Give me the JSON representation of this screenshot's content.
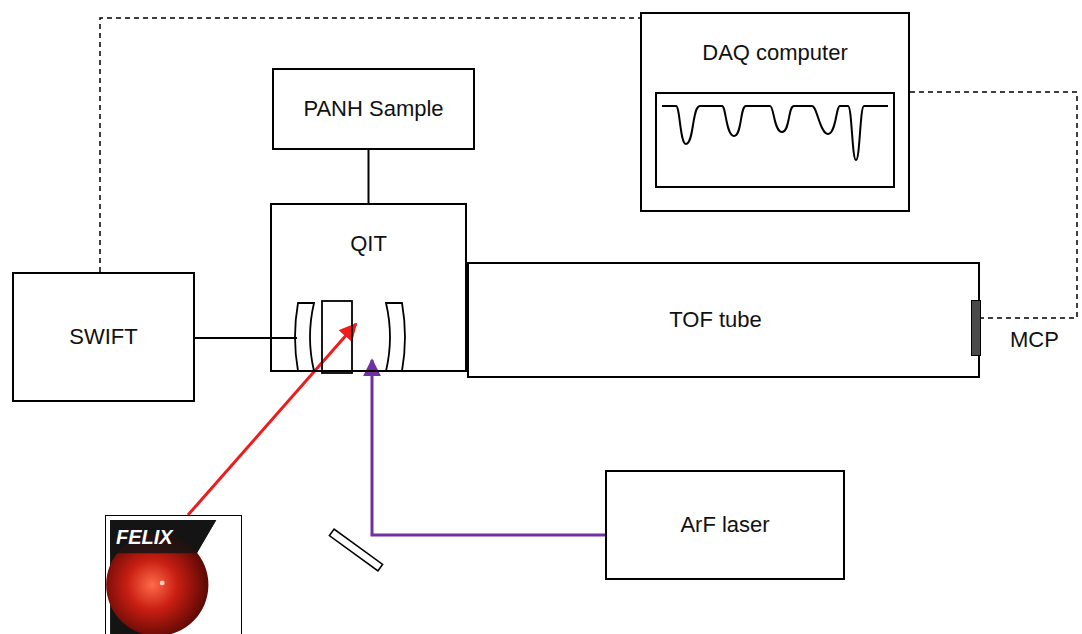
{
  "diagram": {
    "nodes": [
      {
        "text": [
          "DAQ computer"
        ]
      },
      {
        "text": [
          "PANH Sample"
        ]
      },
      {
        "text": [
          "QIT"
        ]
      },
      {
        "text": [
          "SWIFT"
        ]
      },
      {
        "text": [
          "TOF tube"
        ]
      },
      {
        "text": [
          "MCP"
        ]
      },
      {
        "text": [
          "FELIX"
        ]
      },
      {
        "text": [
          "ArF laser"
        ]
      }
    ],
    "edges": [
      {
        "from": 1,
        "to": 2,
        "arrow": "none"
      },
      {
        "from": 3,
        "to": 2,
        "arrow": "none"
      },
      {
        "from": 3,
        "to": 0,
        "arrow": "none"
      },
      {
        "from": 0,
        "to": 5,
        "arrow": "none"
      },
      {
        "from": 6,
        "to": 2,
        "arrow": "to"
      },
      {
        "from": 7,
        "to": 2,
        "arrow": "to"
      }
    ]
  }
}
